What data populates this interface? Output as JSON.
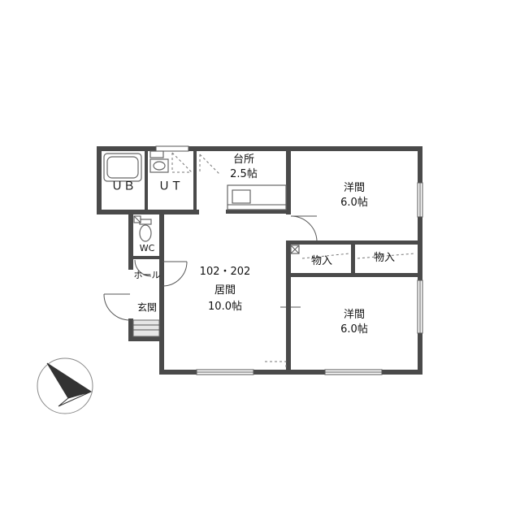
{
  "rooms": {
    "unit_bath": "ＵＢ",
    "utility": "ＵＴ",
    "kitchen_name": "台所",
    "kitchen_size": "2.5帖",
    "bedroom_top_name": "洋間",
    "bedroom_top_size": "6.0帖",
    "storage_left": "物入",
    "storage_right": "物入",
    "toilet": "WC",
    "hall": "ホール",
    "unit_number": "102・202",
    "living_name": "居間",
    "living_size": "10.0帖",
    "bedroom_bottom_name": "洋間",
    "bedroom_bottom_size": "6.0帖",
    "entrance": "玄関"
  }
}
